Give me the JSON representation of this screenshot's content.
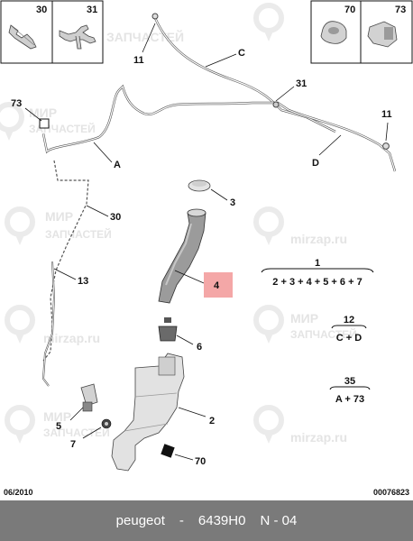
{
  "insets_left": [
    {
      "label": "30"
    },
    {
      "label": "31"
    }
  ],
  "insets_right": [
    {
      "label": "70"
    },
    {
      "label": "73"
    }
  ],
  "callouts": {
    "c11a": "11",
    "cC": "C",
    "c31": "31",
    "c73": "73",
    "c11b": "11",
    "cA": "A",
    "cD": "D",
    "c3": "3",
    "c30": "30",
    "c13": "13",
    "c4": "4",
    "c6": "6",
    "c2": "2",
    "c5": "5",
    "c7": "7",
    "c70": "70"
  },
  "kits": [
    {
      "number": "1",
      "components": "2 + 3 + 4 + 5 + 6 + 7"
    },
    {
      "number": "12",
      "components": "C + D"
    },
    {
      "number": "35",
      "components": "A + 73"
    }
  ],
  "watermark": {
    "line1": "МИР",
    "line2": "ЗАПЧАСТЕЙ",
    "site": "mirzap.ru"
  },
  "footer": {
    "date": "06/2010",
    "ref": "00076823"
  },
  "caption": {
    "brand": "peugeot",
    "separator": "-",
    "part_number": "6439H0",
    "position": "N - 04"
  },
  "colors": {
    "highlight": "#f4a7a7",
    "caption_bg": "#7a7a7a"
  }
}
